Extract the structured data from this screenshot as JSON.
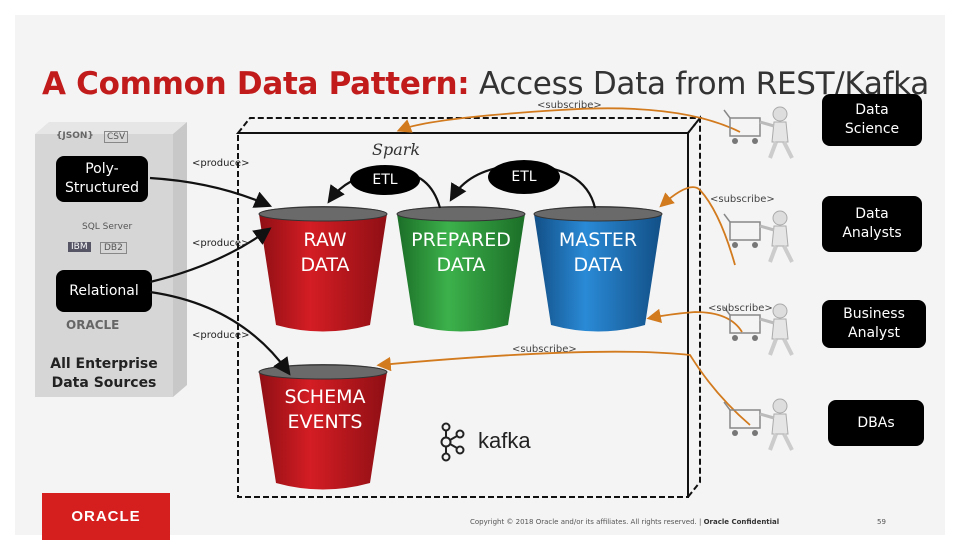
{
  "title": {
    "highlight": "A Common Data Pattern:",
    "rest": " Access Data from REST/Kafka"
  },
  "sources": {
    "poly_structured": "Poly-\nStructured",
    "relational": "Relational",
    "all_enterprise": "All Enterprise Data Sources",
    "logos": [
      "{JSON}",
      "CSV",
      "SQL Server",
      "IBM",
      "DB2",
      "ORACLE"
    ]
  },
  "arrows": {
    "produce_1": "<produce>",
    "produce_2": "<produce>",
    "produce_3": "<produce>",
    "subscribe_top": "<subscribe>",
    "subscribe_mid": "<subscribe>",
    "subscribe_low": "<subscribe>",
    "subscribe_kafka": "<subscribe>",
    "etl_1": "ETL",
    "etl_2": "ETL"
  },
  "buckets": {
    "raw": "RAW\nDATA",
    "prepared": "PREPARED\nDATA",
    "master": "MASTER\nDATA",
    "schema": "SCHEMA\nEVENTS"
  },
  "colors": {
    "raw": "#c4161c",
    "prepared": "#2e9e3c",
    "master": "#1f78c1",
    "schema": "#c4161c",
    "arrow": "#d27a1e",
    "title_highlight": "#c21b1b"
  },
  "consumers": {
    "data_science": "Data\nScience",
    "data_analysts": "Data\nAnalysts",
    "business_analyst": "Business\nAnalyst",
    "dbas": "DBAs"
  },
  "logos": {
    "spark": "Spark",
    "kafka": "kafka",
    "oracle": "ORACLE"
  },
  "footer": {
    "copyright": "Copyright © 2018 Oracle and/or its affiliates. All rights reserved. |",
    "confidential": "Oracle Confidential",
    "page": "59"
  }
}
